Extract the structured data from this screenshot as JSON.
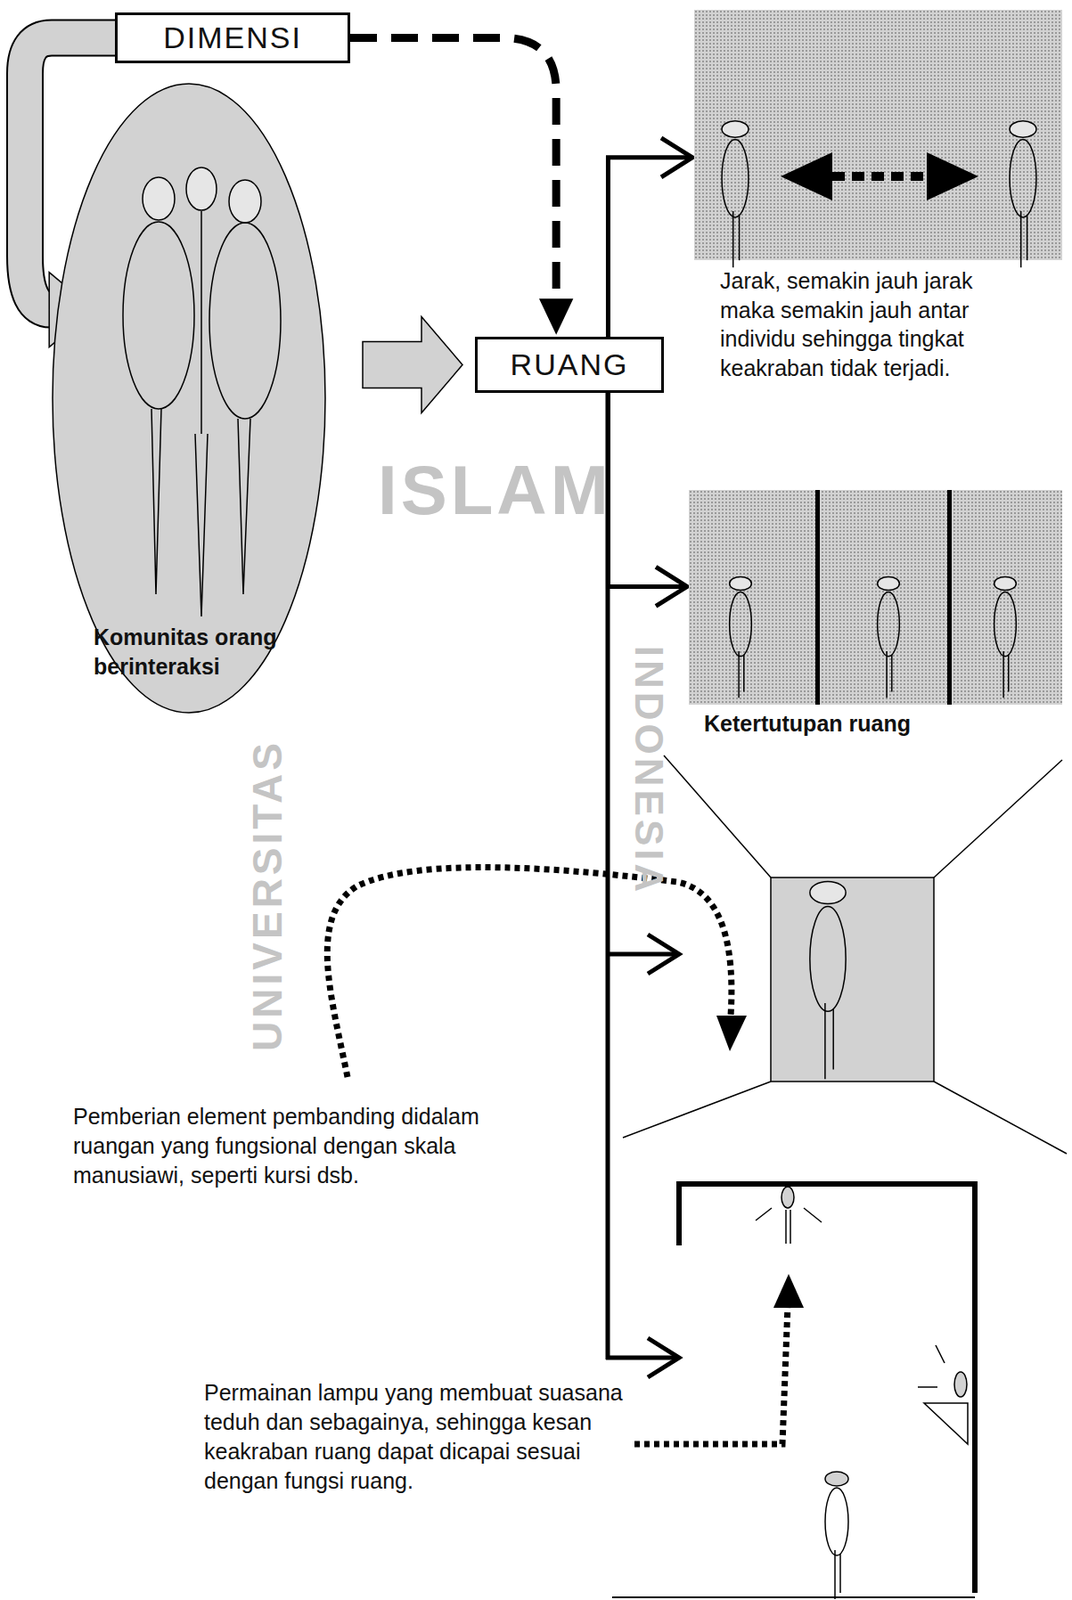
{
  "diagram": {
    "nodes": [
      {
        "text": [
          "DIMENSI"
        ]
      },
      {
        "text": [
          "Komunitas orang berinteraksi"
        ]
      },
      {
        "text": [
          "RUANG"
        ]
      },
      {
        "text": [
          "Jarak, semakin jauh jarak maka semakin jauh antar individu sehingga tingkat keakraban tidak terjadi."
        ]
      },
      {
        "text": [
          "Ketertutupan ruang"
        ]
      }
    ],
    "edges": [
      {
        "from": 0,
        "to": 1,
        "arrow": "to"
      },
      {
        "from": 0,
        "to": 2,
        "arrow": "to"
      },
      {
        "from": 1,
        "to": 2,
        "arrow": "to"
      },
      {
        "from": 2,
        "to": 3,
        "arrow": "to"
      },
      {
        "from": 2,
        "to": 4,
        "arrow": "to"
      }
    ],
    "labels": [
      "Pemberian element pembanding didalam ruangan yang fungsional dengan skala manusiawi, seperti kursi dsb.",
      "Permainan lampu yang membuat suasana teduh dan sebagainya, sehingga kesan keakraban ruang dapat dicapai sesuai dengan fungsi ruang.",
      "ISLAM",
      "UNIVERSITAS",
      "INDONESIA"
    ]
  }
}
